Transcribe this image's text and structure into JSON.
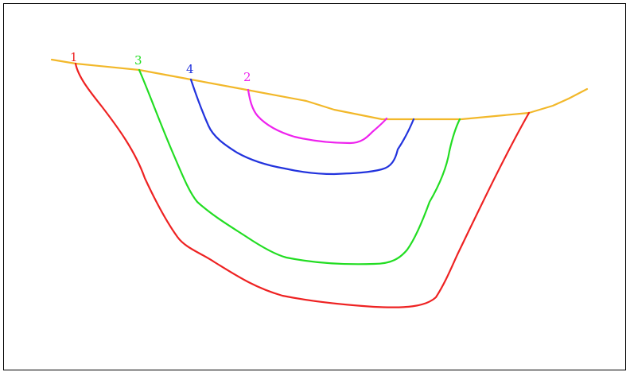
{
  "diagram": {
    "labels": [
      {
        "id": "1",
        "text": "1",
        "color": "#ee2222"
      },
      {
        "id": "3",
        "text": "3",
        "color": "#22dd22"
      },
      {
        "id": "4",
        "text": "4",
        "color": "#2233dd"
      },
      {
        "id": "2",
        "text": "2",
        "color": "#ee22ee"
      }
    ],
    "curves": {
      "surface": {
        "color": "#f2b82a"
      },
      "c1": {
        "color": "#ee2222"
      },
      "c2": {
        "color": "#ee22ee"
      },
      "c3": {
        "color": "#22dd22"
      },
      "c4": {
        "color": "#2233dd"
      }
    }
  }
}
